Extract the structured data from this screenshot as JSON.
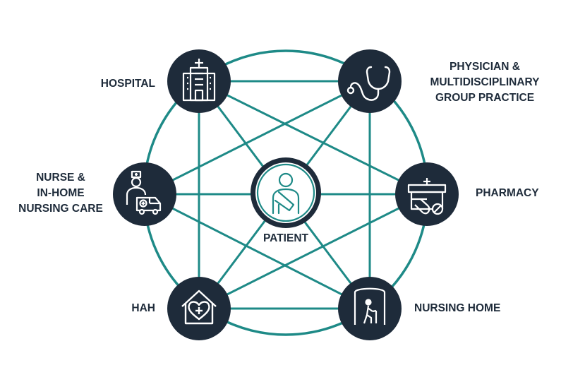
{
  "colors": {
    "teal": "#1e8a87",
    "navy": "#1e2b3a",
    "white": "#ffffff"
  },
  "center": {
    "label": "PATIENT",
    "icon": "patient-arm-sling-icon"
  },
  "nodes": [
    {
      "id": "hospital",
      "icon": "hospital-building-icon",
      "label_lines": [
        "HOSPITAL"
      ]
    },
    {
      "id": "physician",
      "icon": "stethoscope-icon",
      "label_lines": [
        "PHYSICIAN &",
        "MULTIDISCIPLINARY",
        "GROUP PRACTICE"
      ]
    },
    {
      "id": "pharmacy",
      "icon": "pharmacy-pills-icon",
      "label_lines": [
        "PHARMACY"
      ]
    },
    {
      "id": "nursing-home",
      "icon": "nursing-home-elderly-icon",
      "label_lines": [
        "NURSING HOME"
      ]
    },
    {
      "id": "hah",
      "icon": "home-heart-icon",
      "label_lines": [
        "HAH"
      ]
    },
    {
      "id": "nurse",
      "icon": "nurse-ambulance-icon",
      "label_lines": [
        "NURSE &",
        "IN-HOME",
        "NURSING CARE"
      ]
    }
  ]
}
